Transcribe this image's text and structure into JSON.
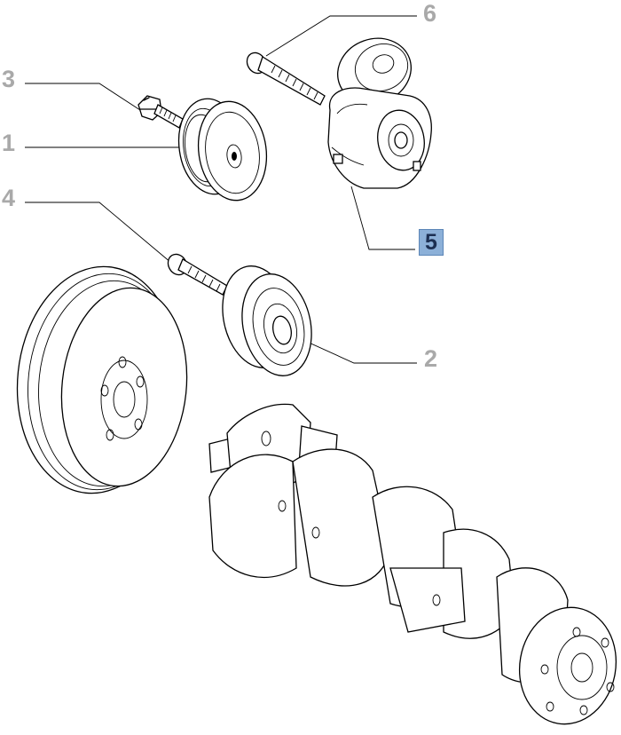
{
  "diagram": {
    "callouts": [
      {
        "id": "callout-1",
        "text": "1",
        "selected": false
      },
      {
        "id": "callout-2",
        "text": "2",
        "selected": false
      },
      {
        "id": "callout-3",
        "text": "3",
        "selected": false
      },
      {
        "id": "callout-4",
        "text": "4",
        "selected": false
      },
      {
        "id": "callout-5",
        "text": "5",
        "selected": true
      },
      {
        "id": "callout-6",
        "text": "6",
        "selected": false
      }
    ],
    "colors": {
      "callout_text": "#a9a9a9",
      "selected_fill": "#8cb0d8",
      "selected_text": "#1c2f52",
      "line": "#000000"
    },
    "icons": [
      "pulley-icon",
      "bolt-icon",
      "tensioner-icon",
      "idler-pulley-icon",
      "crankshaft-pulley-icon",
      "crankshaft-icon"
    ]
  }
}
